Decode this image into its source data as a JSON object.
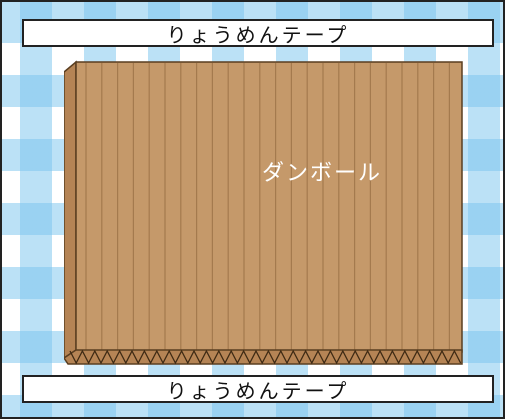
{
  "tape_top": {
    "label": "りょうめんテープ"
  },
  "tape_bottom": {
    "label": "りょうめんテープ"
  },
  "cardboard": {
    "label": "ダンボール"
  },
  "colors": {
    "cardboard_face": "#c5996a",
    "cardboard_edge": "#b58455",
    "flute_line": "#a47a4e",
    "outline": "#5a3e20",
    "check_blue": "#78c3ee"
  }
}
